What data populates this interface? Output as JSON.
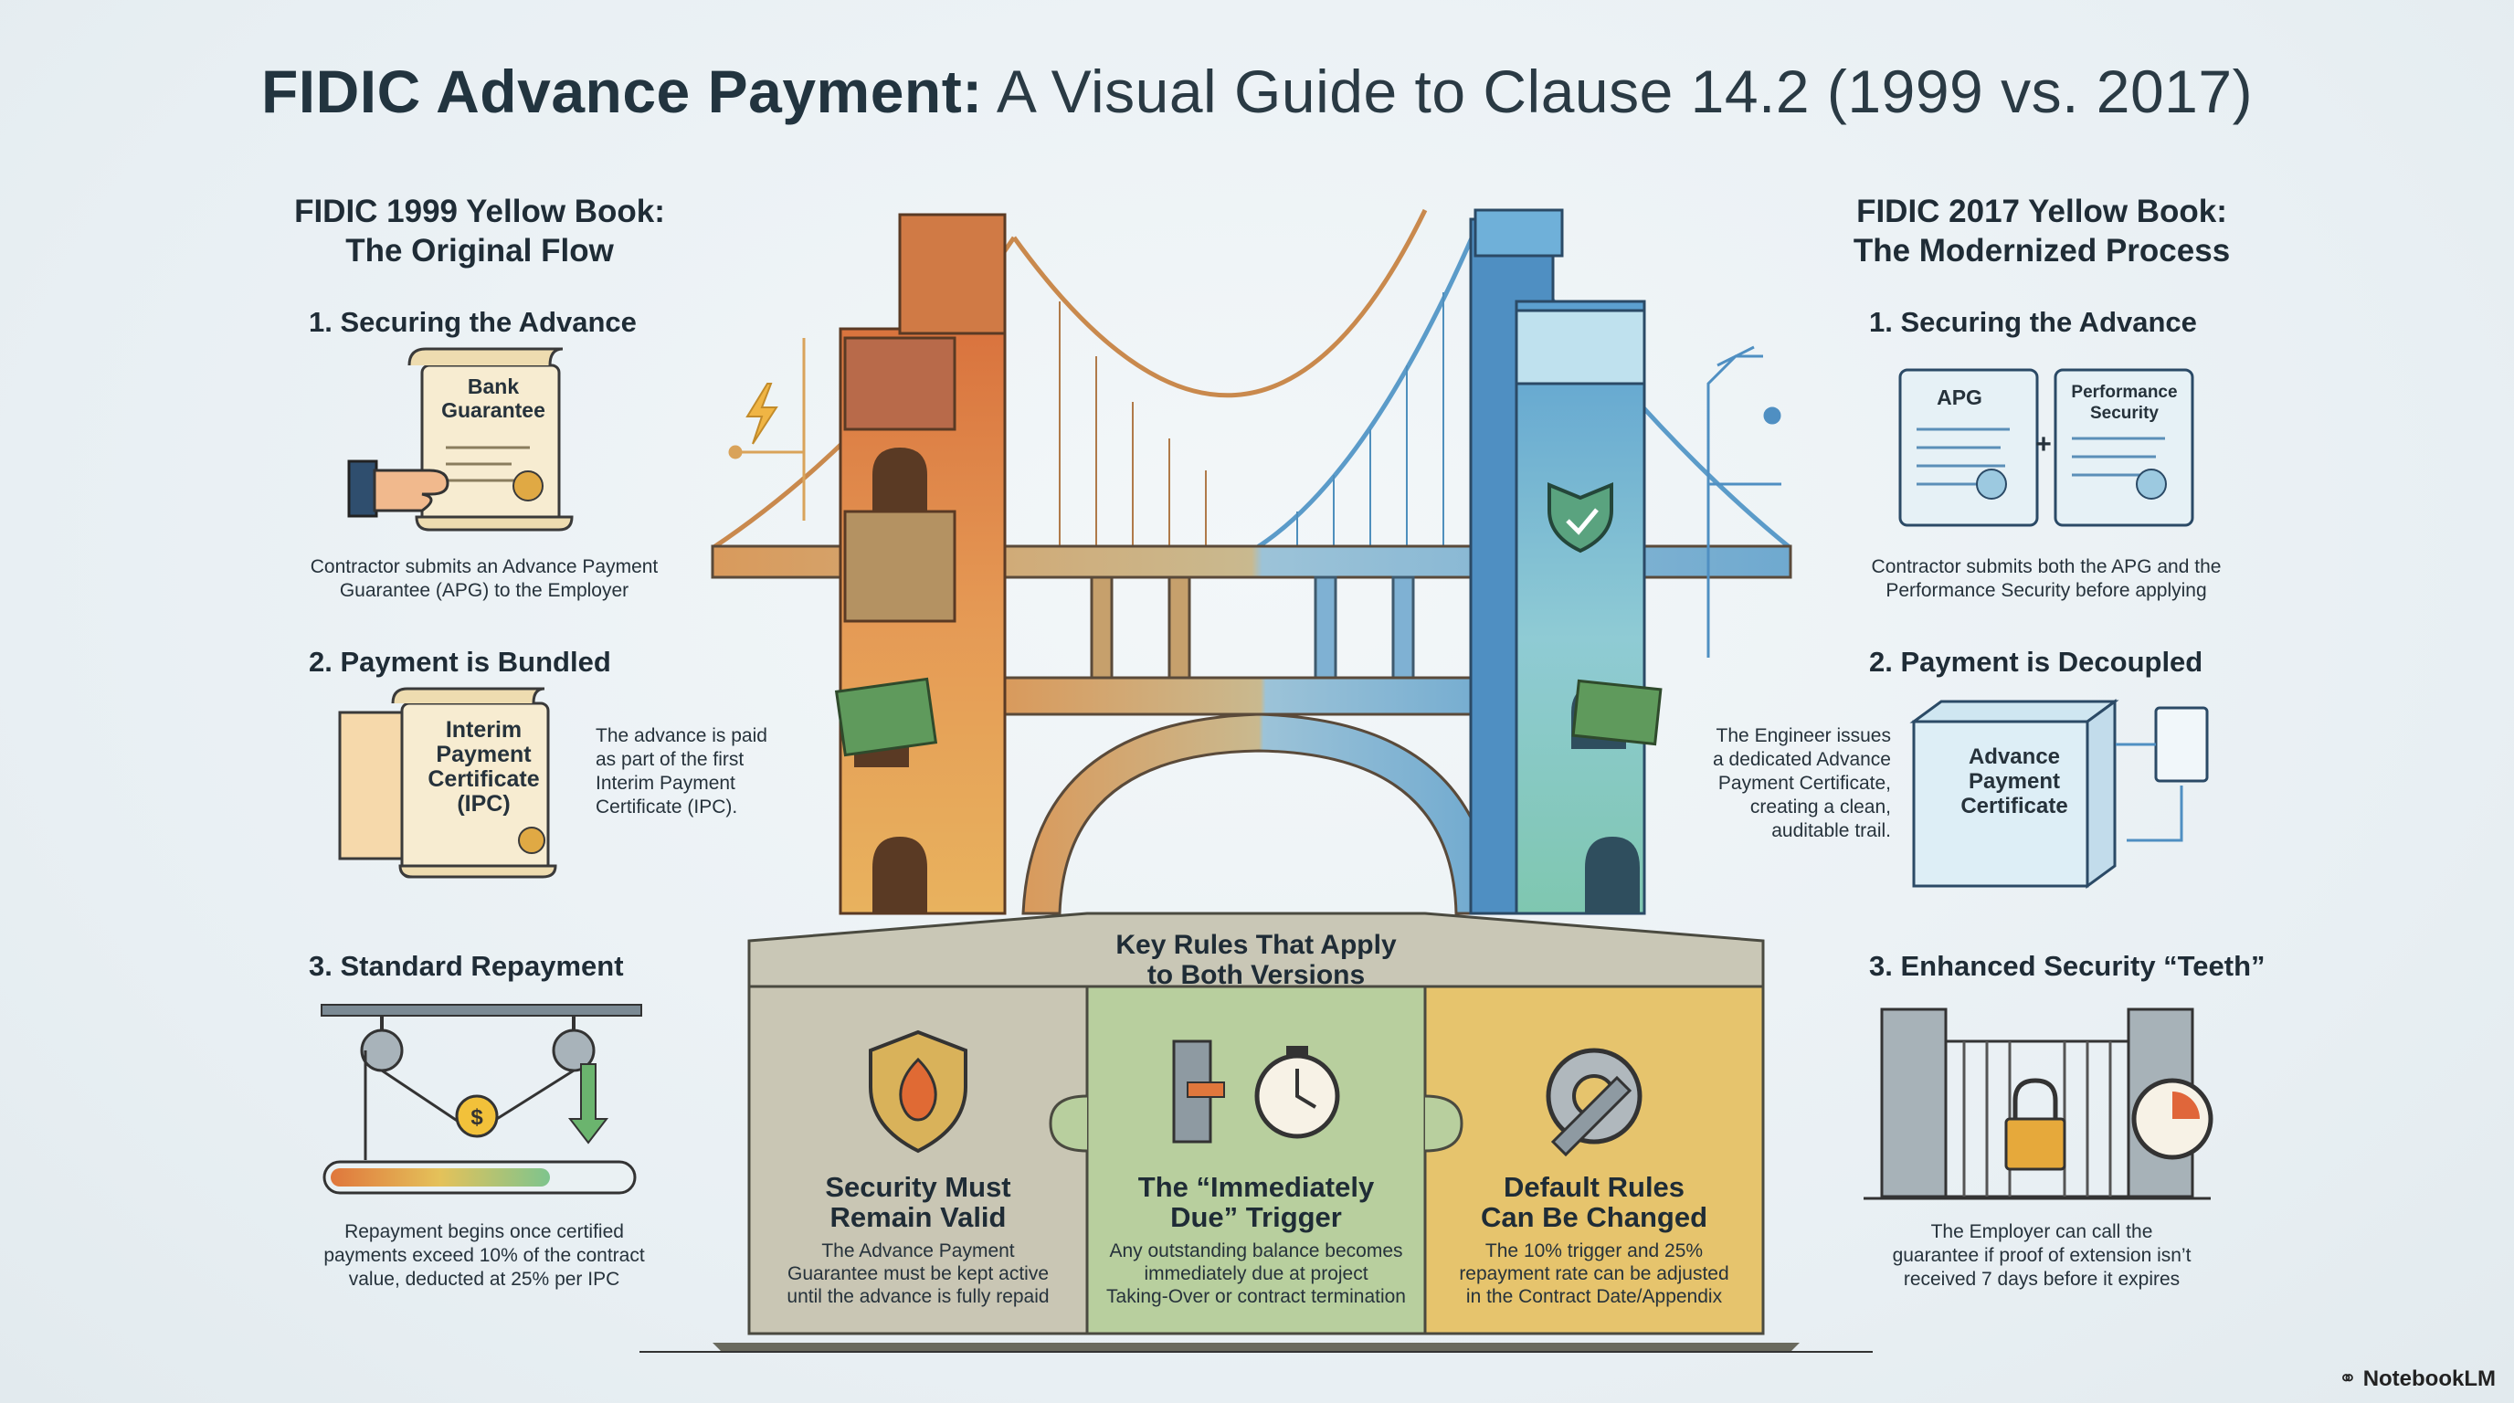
{
  "title": {
    "bold": "FIDIC Advance Payment:",
    "rest": "A Visual Guide to Clause 14.2 (1999 vs. 2017)"
  },
  "left": {
    "heading_line1": "FIDIC 1999 Yellow Book:",
    "heading_line2": "The Original Flow",
    "step1": {
      "title": "1. Securing the Advance",
      "doc": "Bank Guarantee",
      "caption_line1": "Contractor submits an Advance Payment",
      "caption_line2": "Guarantee (APG) to the Employer"
    },
    "step2": {
      "title": "2. Payment is Bundled",
      "doc": "Interim Payment Certificate (IPC)",
      "caption": [
        "The advance is paid",
        "as part of the first",
        "Interim Payment",
        "Certificate (IPC)."
      ]
    },
    "step3": {
      "title": "3. Standard Repayment",
      "caption": [
        "Repayment begins once certified",
        "payments exceed 10% of the contract",
        "value, deducted at 25% per IPC"
      ]
    }
  },
  "right": {
    "heading_line1": "FIDIC 2017 Yellow Book:",
    "heading_line2": "The Modernized Process",
    "step1": {
      "title": "1. Securing the Advance",
      "doc_a": "APG",
      "doc_b": "Performance Security",
      "plus": "+",
      "caption_line1": "Contractor submits both the APG and the",
      "caption_line2": "Performance Security before applying"
    },
    "step2": {
      "title": "2. Payment is Decoupled",
      "doc": "Advance Payment Certificate",
      "caption": [
        "The Engineer issues",
        "a dedicated Advance",
        "Payment Certificate,",
        "creating a clean,",
        "auditable trail."
      ]
    },
    "step3": {
      "title": "3. Enhanced Security “Teeth”",
      "caption": [
        "The Employer can call the",
        "guarantee if proof of extension isn’t",
        "received 7 days before it expires"
      ]
    }
  },
  "center": {
    "rules_heading_line1": "Key Rules That Apply",
    "rules_heading_line2": "to Both Versions",
    "rules": [
      {
        "title_line1": "Security Must",
        "title_line2": "Remain Valid",
        "icon": "shield-fire-icon",
        "body": [
          "The Advance Payment",
          "Guarantee must be kept active",
          "until the advance is fully repaid"
        ]
      },
      {
        "title_line1": "The “Immediately",
        "title_line2": "Due” Trigger",
        "icon": "stopwatch-icon",
        "body": [
          "Any outstanding balance becomes",
          "immediately due at project",
          "Taking-Over or contract termination"
        ]
      },
      {
        "title_line1": "Default Rules",
        "title_line2": "Can Be Changed",
        "icon": "gear-wrench-icon",
        "body": [
          "The 10% trigger and 25%",
          "repayment rate can be adjusted",
          "in the Contract Date/Appendix"
        ]
      }
    ]
  },
  "brand": "NotebookLM",
  "colors": {
    "left_tower": "#d98a4a",
    "right_tower": "#6fa9cf",
    "rule1": "#c9c6b4",
    "rule2": "#b8cf9e",
    "rule3": "#e6c46d"
  }
}
